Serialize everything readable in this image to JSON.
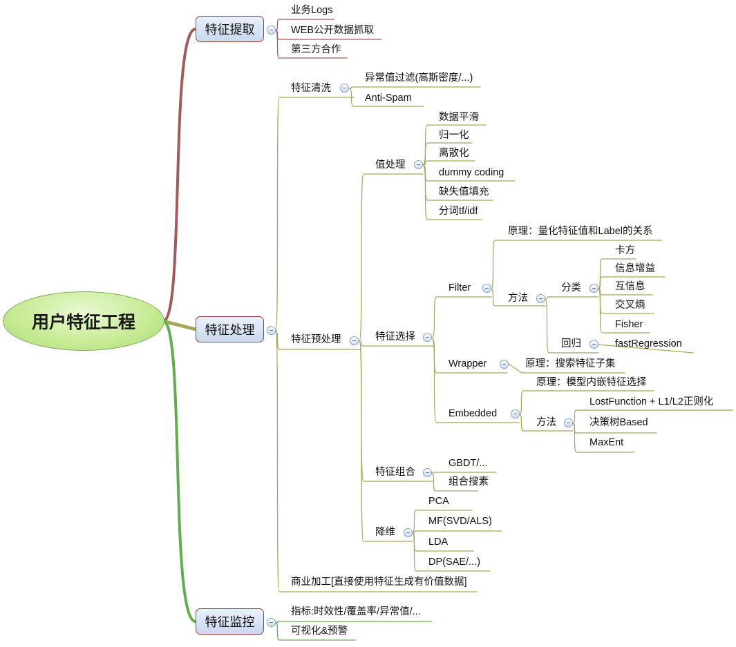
{
  "root": {
    "label": "用户特征工程"
  },
  "main_topics": [
    {
      "label": "特征提取"
    },
    {
      "label": "特征处理"
    },
    {
      "label": "特征监控"
    }
  ],
  "extraction": [
    "业务Logs",
    "WEB公开数据抓取",
    "第三方合作"
  ],
  "processing": {
    "cleaning": {
      "label": "特征清洗",
      "items": [
        "异常值过滤(高斯密度/...)",
        "Anti-Spam"
      ]
    },
    "preprocessing": {
      "label": "特征预处理",
      "value_processing": {
        "label": "值处理",
        "items": [
          "数据平滑",
          "归一化",
          "离散化",
          "dummy coding",
          "缺失值填充",
          "分词tf/idf"
        ]
      },
      "selection": {
        "label": "特征选择",
        "filter": {
          "label": "Filter",
          "principle": "原理：量化特征值和Label的关系",
          "method": "方法",
          "classification": {
            "label": "分类",
            "items": [
              "卡方",
              "信息增益",
              "互信息",
              "交叉熵",
              "Fisher"
            ]
          },
          "regression": {
            "label": "回归",
            "items": [
              "fastRegression"
            ]
          }
        },
        "wrapper": {
          "label": "Wrapper",
          "principle": "原理：搜索特征子集"
        },
        "embedded": {
          "label": "Embedded",
          "principle": "原理：模型内嵌特征选择",
          "method": "方法",
          "items": [
            "LostFunction + L1/L2正则化",
            "决策树Based",
            "MaxEnt"
          ]
        }
      },
      "combination": {
        "label": "特征组合",
        "items": [
          "GBDT/...",
          "组合搜素"
        ]
      },
      "reduction": {
        "label": "降维",
        "items": [
          "PCA",
          "MF(SVD/ALS)",
          "LDA",
          "DP(SAE/...)"
        ]
      }
    },
    "business": "商业加工[直接使用特征生成有价值数据]"
  },
  "monitoring": [
    "指标:时效性/覆盖率/异常值/...",
    "可视化&预警"
  ],
  "colors": {
    "extraction_branch": "#a35a5a",
    "processing_branch": "#a8a55a",
    "monitoring_branch": "#5fae4a",
    "root_fill": "#c9ec98",
    "topic_fill": "#d6e2f3"
  }
}
